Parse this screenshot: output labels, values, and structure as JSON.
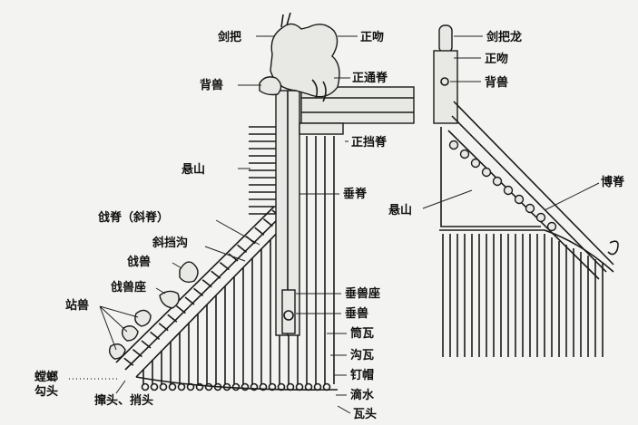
{
  "left_view": {
    "labels": {
      "jianba": "剑把",
      "zhengwen": "正吻",
      "beishou": "背兽",
      "zhengtongji": "正通脊",
      "zhengdangji": "正挡脊",
      "xuanshan": "悬山",
      "chuiji": "垂脊",
      "qiangji": "戗脊（斜脊）",
      "xiedanggou": "斜挡沟",
      "qiangshou": "戗兽",
      "qiangshouzuo": "戗兽座",
      "zhanshou": "站兽",
      "chuishouzuo": "垂兽座",
      "chuishou": "垂兽",
      "tongwa": "筒瓦",
      "gouwa": "沟瓦",
      "dingmao": "钉帽",
      "dishui": "滴水",
      "watou": "瓦头",
      "tanglang": "螳螂",
      "goutou": "勾头",
      "chuantou": "撺头、捎头"
    }
  },
  "right_view": {
    "labels": {
      "jianbalong": "剑把龙",
      "zhengwen": "正吻",
      "beishou": "背兽",
      "boji": "博脊",
      "xuanshan": "悬山"
    }
  }
}
